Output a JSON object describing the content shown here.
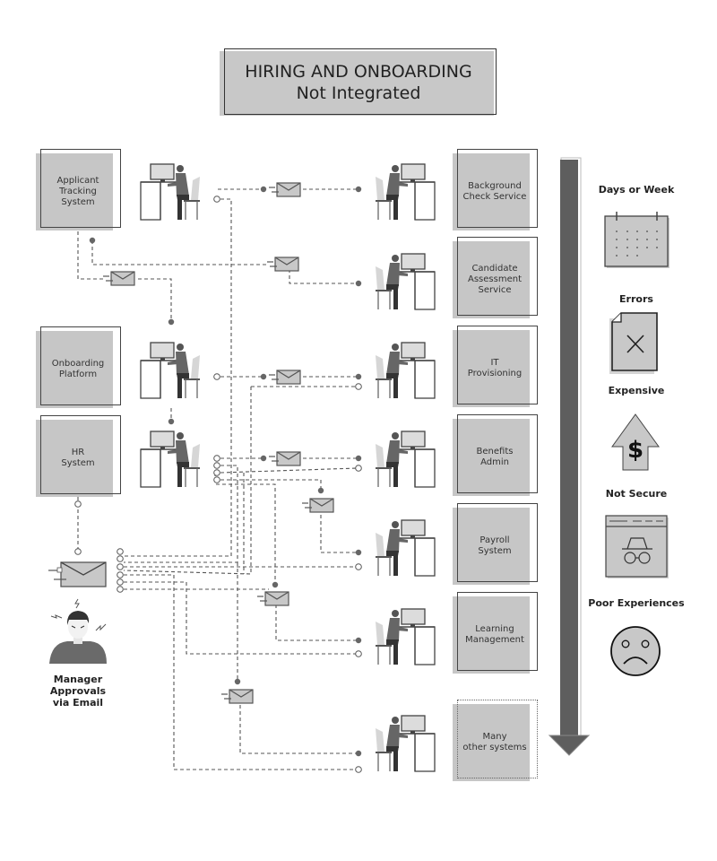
{
  "title": {
    "line1": "HIRING AND ONBOARDING",
    "line2": "Not Integrated"
  },
  "left_systems": [
    {
      "label": "Applicant\nTracking\nSystem"
    },
    {
      "label": "Onboarding\nPlatform"
    },
    {
      "label": "HR\nSystem"
    }
  ],
  "right_systems": [
    {
      "label": "Background\nCheck Service"
    },
    {
      "label": "Candidate\nAssessment\nService"
    },
    {
      "label": "IT\nProvisioning"
    },
    {
      "label": "Benefits\nAdmin"
    },
    {
      "label": "Payroll\nSystem"
    },
    {
      "label": "Learning\nManagement"
    },
    {
      "label": "Many\nother systems"
    }
  ],
  "manager": {
    "label_line1": "Manager Approvals",
    "label_line2": "via Email",
    "icon": "frustrated-person-icon",
    "email_icon": "envelope-icon"
  },
  "consequences": [
    {
      "label": "Days or Week",
      "icon": "calendar-icon"
    },
    {
      "label": "Errors",
      "icon": "document-error-icon"
    },
    {
      "label": "Expensive",
      "icon": "dollar-up-arrow-icon"
    },
    {
      "label": "Not Secure",
      "icon": "incognito-browser-icon"
    },
    {
      "label": "Poor Experiences",
      "icon": "sad-face-icon"
    }
  ],
  "icons": {
    "worker": "person-at-desk-icon",
    "email": "envelope-icon",
    "timeline": "down-arrow-icon"
  },
  "colors": {
    "box_fill": "#c6c6c6",
    "frame": "#444444",
    "person": "#666666",
    "dot": "#666666",
    "arrow": "#5e5e5e",
    "envelope": "#c8c8c8"
  }
}
